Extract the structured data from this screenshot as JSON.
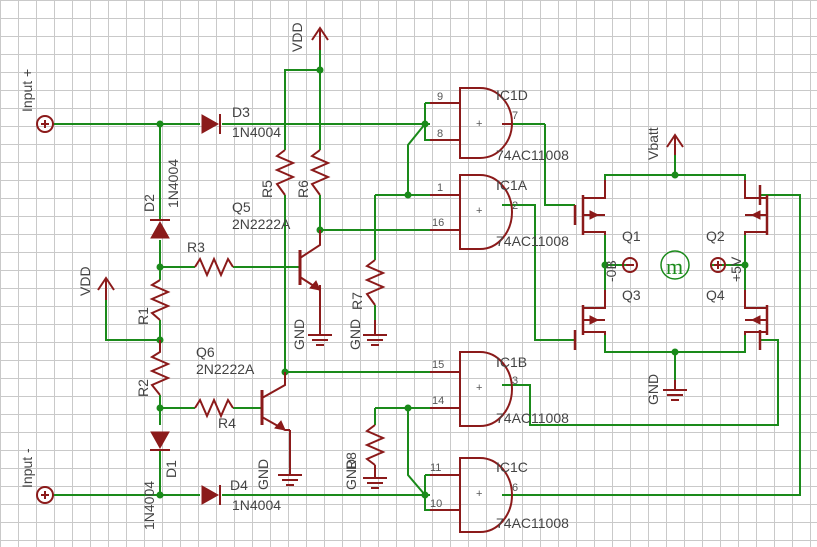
{
  "colors": {
    "wire": "#1a8a1a",
    "component": "#8b1a1a",
    "text": "#444444",
    "grid": "#c9c9c9"
  },
  "labels": {
    "input_plus": "Input +",
    "input_minus": "Input -",
    "vdd_top": "VDD",
    "vdd_left": "VDD",
    "vbatt": "Vbatt",
    "d3": "D3",
    "d3_part": "1N4004",
    "d4": "D4",
    "d4_part": "1N4004",
    "d2": "D2",
    "d2_part": "1N4004",
    "d1": "D1",
    "d1_part": "1N4004",
    "r1": "R1",
    "r2": "R2",
    "r3": "R3",
    "r4": "R4",
    "r5": "R5",
    "r6": "R6",
    "r7": "R7",
    "r8": "R8",
    "q5": "Q5",
    "q5_part": "2N2222A",
    "q6": "Q6",
    "q6_part": "2N2222A",
    "q1": "Q1",
    "q2": "Q2",
    "q3": "Q3",
    "q4": "Q4",
    "gnd": "GND",
    "ic1d": "IC1D",
    "ic1a": "IC1A",
    "ic1b": "IC1B",
    "ic1c": "IC1C",
    "ic_part": "74AC11008",
    "m_minus": "-0B",
    "m_plus": "+5V",
    "motor": "m",
    "pins": {
      "p9": "9",
      "p8": "8",
      "p7": "7",
      "p1": "1",
      "p16": "16",
      "p2": "2",
      "p15": "15",
      "p14": "14",
      "p3": "3",
      "p11": "11",
      "p10": "10",
      "p6": "6"
    }
  }
}
